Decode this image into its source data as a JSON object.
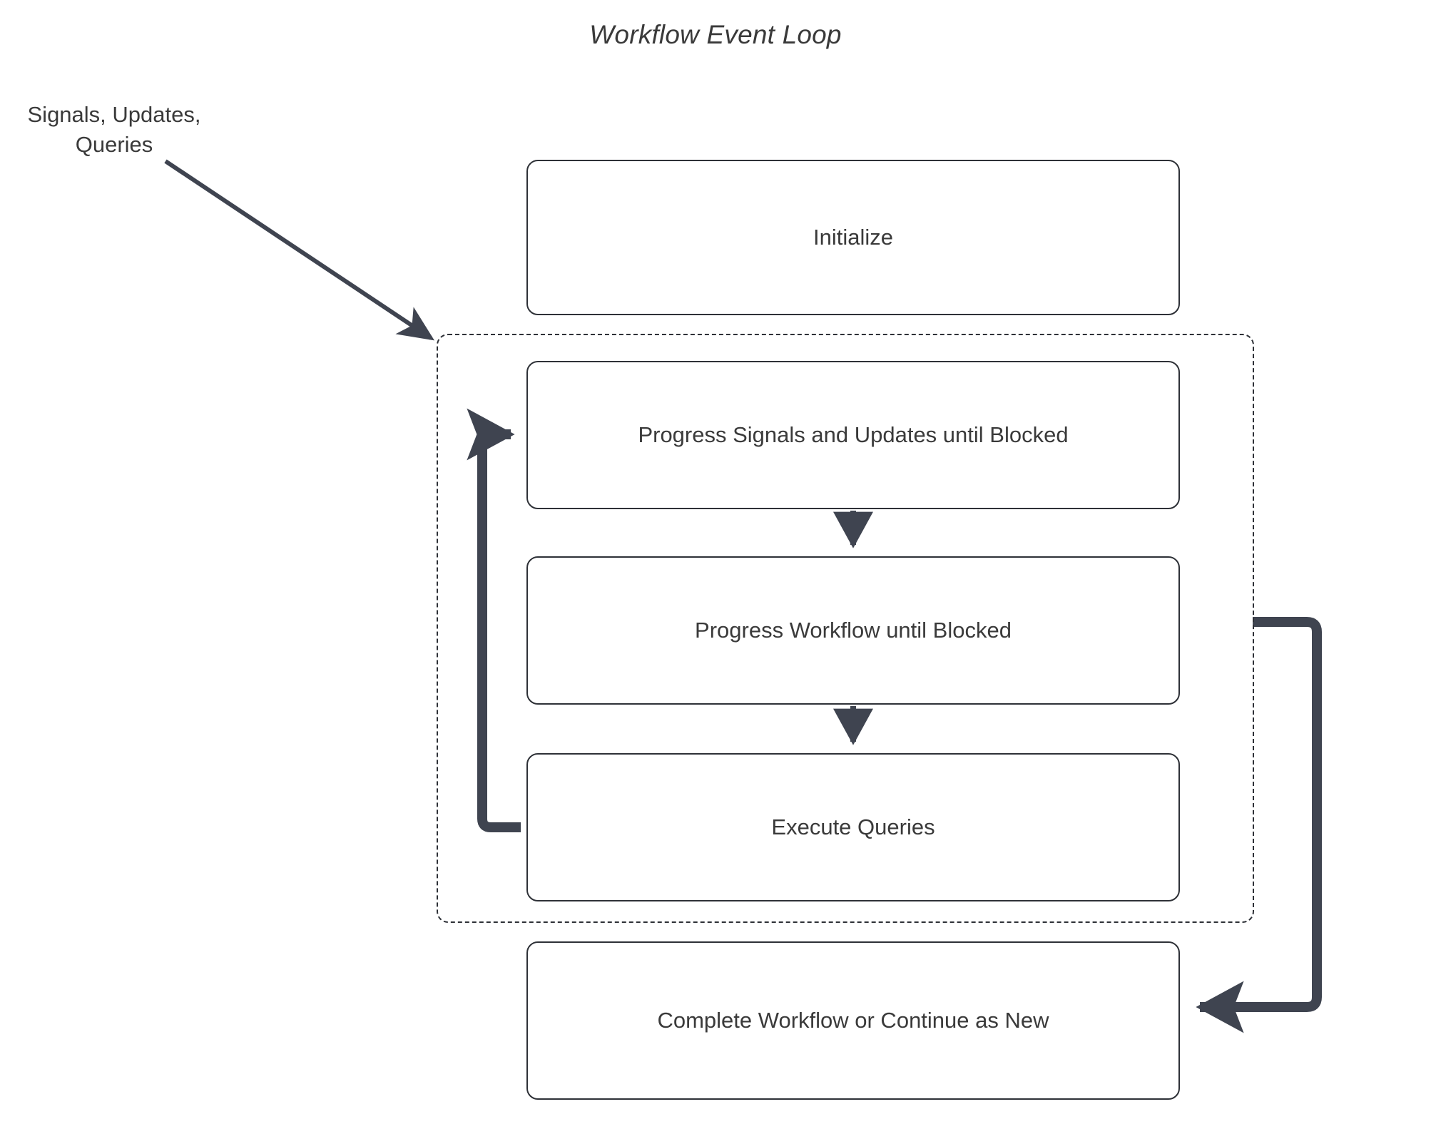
{
  "diagram": {
    "title": "Workflow Event Loop",
    "type": "flowchart",
    "external_label": "Signals, Updates,\nQueries",
    "colors": {
      "edge": "#3f4450",
      "node_border": "#2e3137",
      "text": "#3a3a3a",
      "background": "#ffffff"
    },
    "nodes": [
      {
        "id": "initialize",
        "label": "Initialize"
      },
      {
        "id": "progress-signals",
        "label": "Progress Signals and Updates until Blocked"
      },
      {
        "id": "progress-workflow",
        "label": "Progress Workflow until Blocked"
      },
      {
        "id": "execute-queries",
        "label": "Execute Queries"
      },
      {
        "id": "complete-workflow",
        "label": "Complete Workflow or Continue as New"
      }
    ],
    "group": {
      "id": "event-loop-group",
      "style": "dashed",
      "label": ""
    },
    "edges": [
      {
        "from": "external-input",
        "to": "event-loop-group",
        "style": "solid-diagonal",
        "arrow": "end"
      },
      {
        "from": "progress-signals",
        "to": "progress-workflow",
        "style": "solid-vertical",
        "arrow": "end"
      },
      {
        "from": "progress-workflow",
        "to": "execute-queries",
        "style": "solid-vertical",
        "arrow": "end"
      },
      {
        "from": "execute-queries",
        "to": "progress-signals",
        "style": "thick-loop-left",
        "arrow": "end"
      },
      {
        "from": "event-loop-group",
        "to": "complete-workflow",
        "style": "thick-loop-right",
        "arrow": "end"
      }
    ]
  }
}
